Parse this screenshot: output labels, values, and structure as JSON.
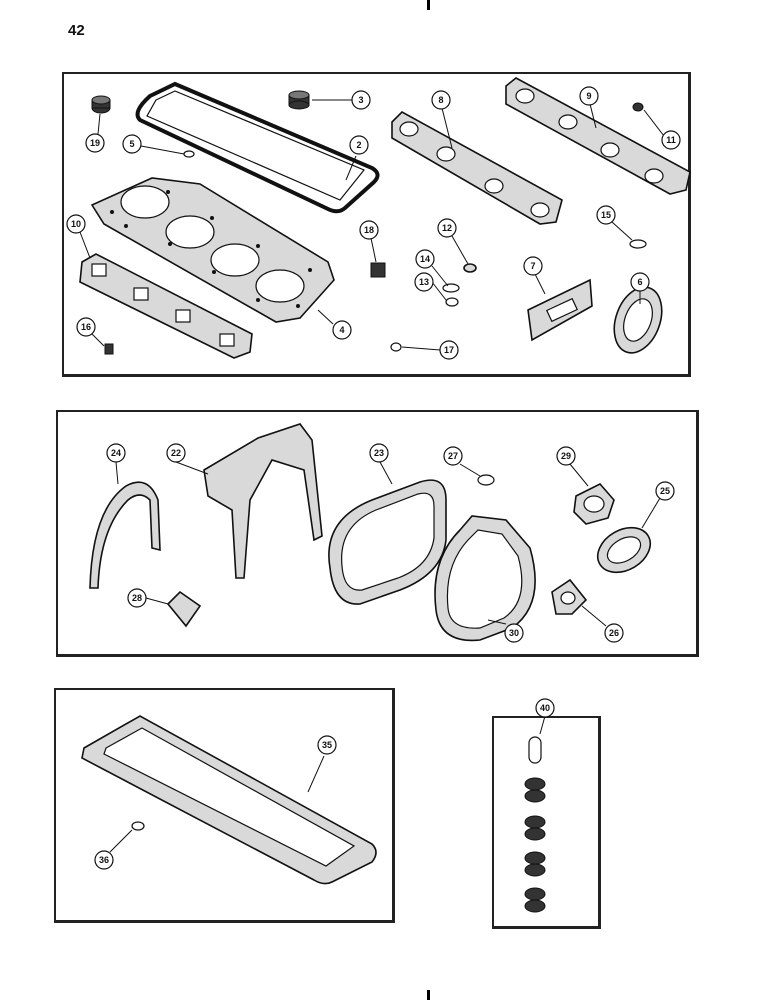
{
  "page": {
    "number": "42"
  },
  "callouts": {
    "c1": "2",
    "c2": "3",
    "c3": "4",
    "c4": "5",
    "c5": "6",
    "c6": "7",
    "c7": "8",
    "c8": "9",
    "c9": "10",
    "c10": "11",
    "c11": "12",
    "c12": "13",
    "c13": "14",
    "c14": "15",
    "c15": "16",
    "c16": "17",
    "c17": "18",
    "c18": "19",
    "c19": "22",
    "c20": "23",
    "c21": "24",
    "c22": "25",
    "c23": "26",
    "c24": "27",
    "c25": "28",
    "c26": "29",
    "c27": "30",
    "c28": "35",
    "c29": "36",
    "c30": "40"
  }
}
